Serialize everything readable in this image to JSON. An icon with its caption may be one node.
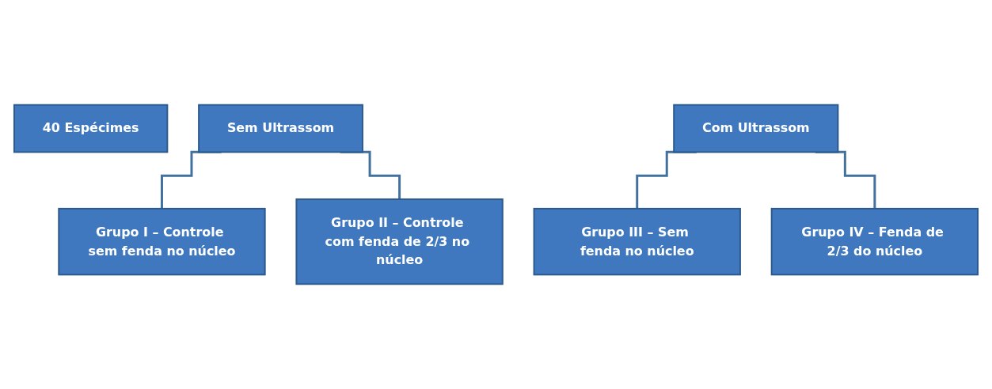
{
  "diagram": {
    "nodes": [
      {
        "text": [
          "40 Espécimes"
        ]
      },
      {
        "text": [
          "Sem Ultrassom"
        ]
      },
      {
        "text": [
          "Com Ultrassom"
        ]
      },
      {
        "text": [
          "Grupo I – Controle sem fenda no núcleo"
        ]
      },
      {
        "text": [
          "Grupo II – Controle com fenda de 2/3 no núcleo"
        ]
      },
      {
        "text": [
          "Grupo III – Sem fenda no núcleo"
        ]
      },
      {
        "text": [
          "Grupo IV – Fenda de 2/3 do núcleo"
        ]
      }
    ],
    "edges": [
      {
        "from": 1,
        "to": 3,
        "arrow": "none"
      },
      {
        "from": 1,
        "to": 4,
        "arrow": "none"
      },
      {
        "from": 2,
        "to": 5,
        "arrow": "none"
      },
      {
        "from": 2,
        "to": 6,
        "arrow": "none"
      }
    ]
  }
}
